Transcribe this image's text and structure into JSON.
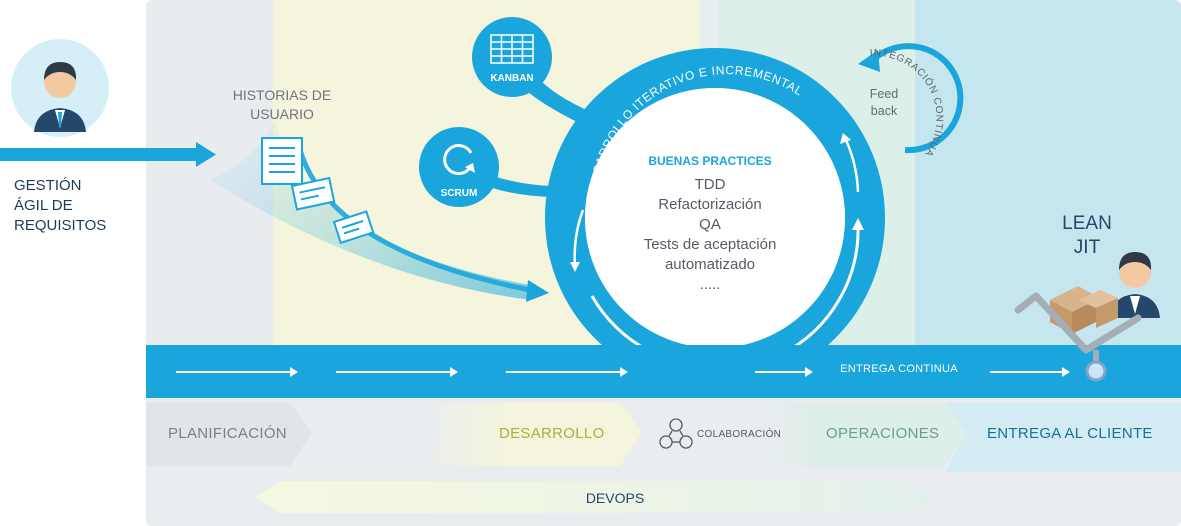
{
  "requirements": {
    "line1": "GESTIÓN",
    "line2": "ÁGIL DE",
    "line3": "REQUISITOS"
  },
  "user_stories": {
    "line1": "HISTORIAS DE",
    "line2": "USUARIO"
  },
  "kanban": {
    "label": "KANBAN"
  },
  "scrum": {
    "label": "SCRUM"
  },
  "cycle": {
    "ring_label": "DESARROLLO ITERATIVO E INCREMENTAL"
  },
  "practices": {
    "title": "BUENAS PRACTICES",
    "items": [
      "TDD",
      "Refactorización",
      "QA",
      "Tests de aceptación",
      "automatizado",
      "....."
    ]
  },
  "integration": {
    "ring_label": "INTEGRACIÓN CONTINUA",
    "feedback_line1": "Feed",
    "feedback_line2": "back"
  },
  "lean": {
    "line1": "LEAN",
    "line2": "JIT"
  },
  "delivery": {
    "label": "ENTREGA CONTINUA"
  },
  "phases": {
    "planning": "PLANIFICACIÓN",
    "development": "DESARROLLO",
    "collaboration": "COLABORACIÓN",
    "operations": "OPERACIONES",
    "customer": "ENTREGA AL CLIENTE"
  },
  "devops": {
    "label": "DEVOPS"
  },
  "colors": {
    "accent": "#1aa6dc",
    "navy": "#24476b",
    "planning_text": "#7a7f88",
    "development_text": "#a7b23a",
    "operations_text": "#6f9c8d",
    "customer_text": "#1b6f97"
  }
}
